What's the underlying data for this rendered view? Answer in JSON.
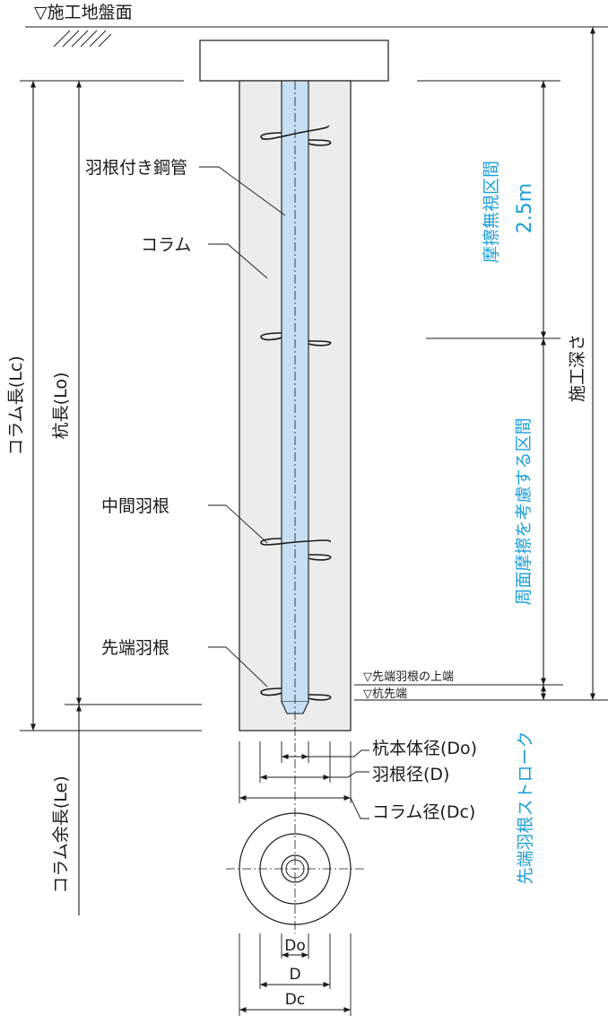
{
  "ground": {
    "label": "▽施工地盤面"
  },
  "labels": {
    "winged_pipe": "羽根付き鋼管",
    "column": "コラム",
    "middle_wing": "中間羽根",
    "tip_wing": "先端羽根"
  },
  "left_dims": {
    "column_length": "コラム長(Lc)",
    "pile_length": "杭長(Lo)",
    "column_extra": "コラム余長(Le)"
  },
  "right_dims": {
    "friction_ignored_title": "摩擦無視区間",
    "friction_ignored_value": "2.5m",
    "friction_considered": "周面摩擦を考慮する区間",
    "install_depth": "施工深さ",
    "tip_wing_top": "▽先端羽根の上端",
    "pile_tip": "▽杭先端",
    "tip_stroke": "先端羽根ストローク"
  },
  "diameters": {
    "pile_body": "杭本体径(Do)",
    "wing": "羽根径(D)",
    "column": "コラム径(Dc)",
    "do": "Do",
    "d": "D",
    "dc": "Dc"
  }
}
